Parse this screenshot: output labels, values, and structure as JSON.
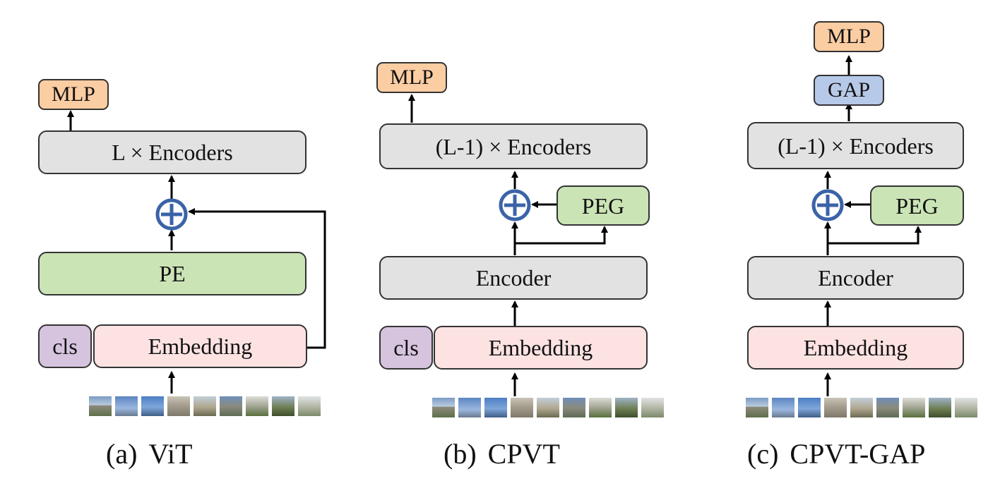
{
  "vit": {
    "mlp": "MLP",
    "encoders": "L × Encoders",
    "pe": "PE",
    "cls": "cls",
    "embedding": "Embedding",
    "caption_letter": "(a)",
    "caption_name": "ViT"
  },
  "cpvt": {
    "mlp": "MLP",
    "encoders": "(L-1) × Encoders",
    "peg": "PEG",
    "encoder": "Encoder",
    "cls": "cls",
    "embedding": "Embedding",
    "caption_letter": "(b)",
    "caption_name": "CPVT"
  },
  "cpvt_gap": {
    "mlp": "MLP",
    "gap": "GAP",
    "encoders": "(L-1) × Encoders",
    "peg": "PEG",
    "encoder": "Encoder",
    "embedding": "Embedding",
    "caption_letter": "(c)",
    "caption_name": "CPVT-GAP"
  },
  "colors": {
    "encoder_gray": "#e2e2e2",
    "pe_green": "#cbe4b6",
    "embedding_pink": "#fde2e2",
    "cls_purple": "#d6c4df",
    "mlp_orange": "#fbcda2",
    "gap_blue": "#b7c9e8",
    "plus_blue": "#3b63a8"
  },
  "icons": {
    "add": "circled-plus-icon",
    "patches": "image-patch-thumbnails"
  }
}
